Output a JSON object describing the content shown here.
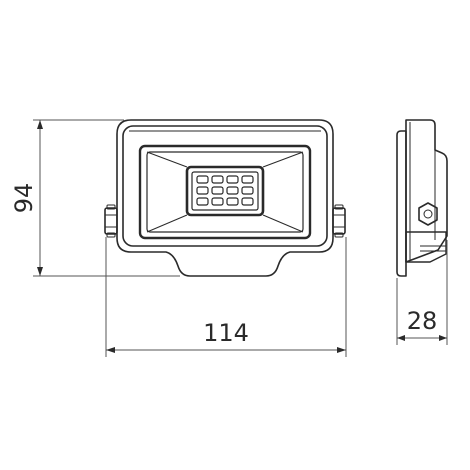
{
  "drawing": {
    "colors": {
      "line": "#2a2a2a",
      "thin": "#555555",
      "background": "#ffffff"
    },
    "dimensions": {
      "height_label": "94",
      "width_label": "114",
      "depth_label": "28"
    },
    "led_grid": {
      "rows": 3,
      "cols": 4
    }
  }
}
